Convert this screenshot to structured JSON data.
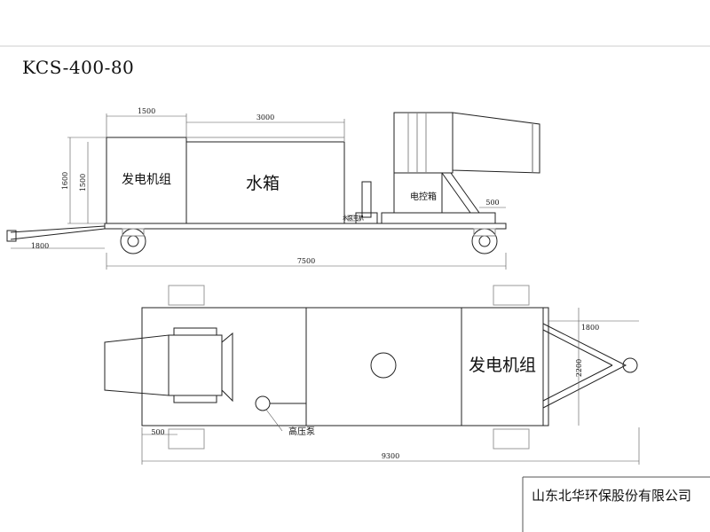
{
  "model": "KCS-400-80",
  "company": "山东北华环保股份有限公司",
  "labels": {
    "generator_side": "发电机组",
    "water_tank": "水箱",
    "control_box": "电控箱",
    "generator_top": "发电机组",
    "pump": "高压泵",
    "small_tag": "水泵电机"
  },
  "dims": {
    "d1500_top": "1500",
    "d3000": "3000",
    "d1600": "1600",
    "d1500_left": "1500",
    "d500_right": "500",
    "d1800_hitch": "1800",
    "d7500": "7500",
    "d1800_top": "1800",
    "d2200": "2200",
    "d500_bottom": "500",
    "d9300": "9300"
  }
}
